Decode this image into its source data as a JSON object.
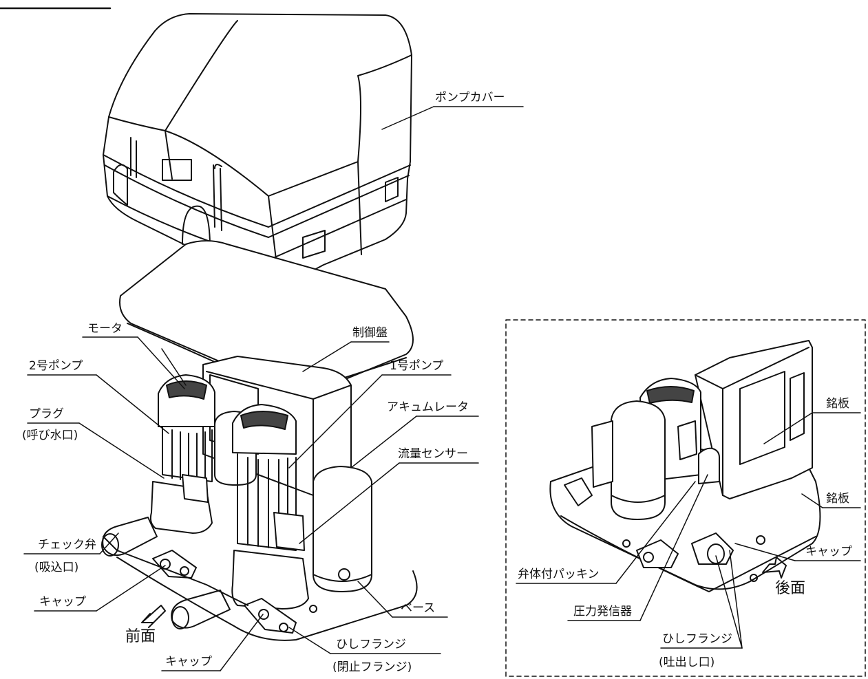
{
  "figure": {
    "labels": {
      "pump_cover": "ポンプカバー",
      "motor": "モータ",
      "control_panel": "制御盤",
      "pump_no2": "2号ポンプ",
      "pump_no1": "1号ポンプ",
      "plug": "プラグ",
      "plug_sub": "(呼び水口)",
      "accumulator": "アキュムレータ",
      "flow_sensor": "流量センサー",
      "check_valve": "チェック弁",
      "check_valve_sub": "(吸込口)",
      "cap_left": "キャップ",
      "front": "前面",
      "base": "ベース",
      "cap_bottom": "キャップ",
      "hishi_flange_closed": "ひしフランジ",
      "hishi_flange_closed_sub": "(閉止フランジ)",
      "nameplate_top": "銘板",
      "nameplate_bottom": "銘板",
      "cap_right": "キャップ",
      "rear": "後面",
      "valve_packing": "弁体付パッキン",
      "pressure_transmitter": "圧力発信器",
      "hishi_flange_discharge": "ひしフランジ",
      "hishi_flange_discharge_sub": "(吐出し口)"
    }
  }
}
